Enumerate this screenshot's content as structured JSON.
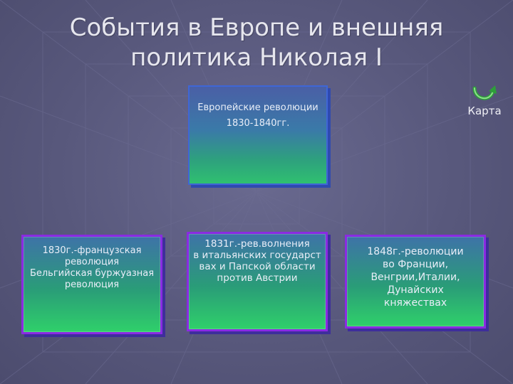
{
  "slide": {
    "title_lines": [
      "События в Европе и внешняя",
      "политика Николая I"
    ],
    "root_box": {
      "lines": [
        "Европейские революции",
        "1830-1840гг."
      ]
    },
    "child_boxes": [
      {
        "lines": [
          "1830г.-французская",
          "революция",
          "Бельгийская буржуазная",
          "революция"
        ]
      },
      {
        "lines": [
          "1831г.-рев.волнения",
          "в итальянских государст",
          "вах и Папской области",
          "против Австрии"
        ]
      },
      {
        "lines": [
          "1848г.-революции",
          "во Франции,",
          "Венгрии,Италии,",
          "Дунайских",
          "княжествах"
        ]
      }
    ],
    "map_link": {
      "label": "Карта",
      "icon": "curved-arrow-icon"
    }
  },
  "colors": {
    "background": "#5a5a7e",
    "box_border": "#8a2be2",
    "box_gradient_top": "#3e73a8",
    "box_gradient_bottom": "#2fd06a",
    "text": "#e9eef8"
  }
}
